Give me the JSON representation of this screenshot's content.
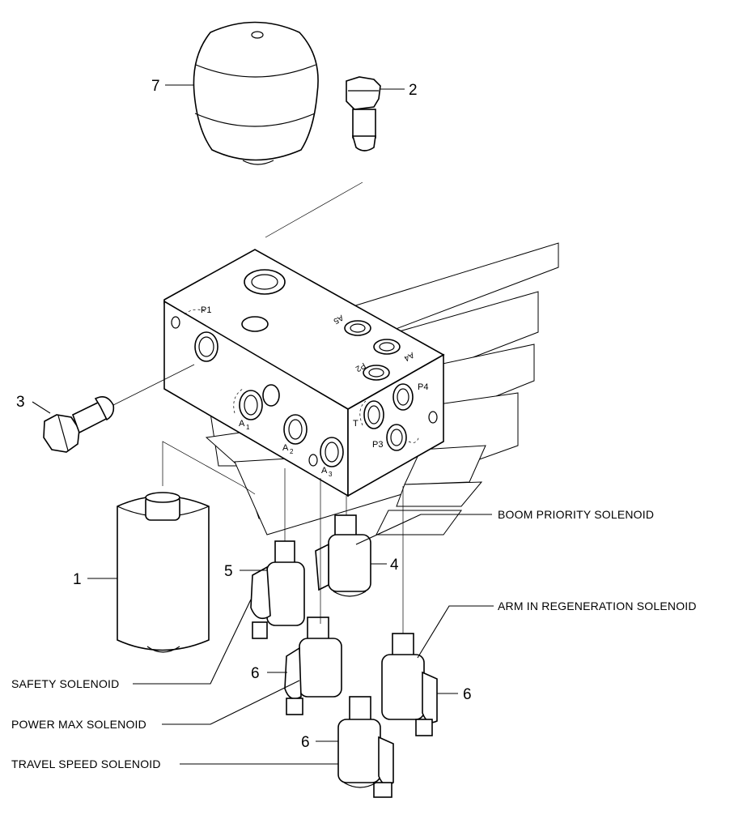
{
  "parts": {
    "p7": "7",
    "p2": "2",
    "p3": "3",
    "p1": "1",
    "p5": "5",
    "p4": "4",
    "p6a": "6",
    "p6b": "6",
    "p6c": "6"
  },
  "labels": {
    "boom_priority": "BOOM PRIORITY SOLENOID",
    "arm_in_regeneration": "ARM IN REGENERATION SOLENOID",
    "safety": "SAFETY SOLENOID",
    "power_max": "POWER MAX SOLENOID",
    "travel_speed": "TRAVEL SPEED SOLENOID"
  },
  "ports": {
    "p1": "P1",
    "a5": "A5",
    "a4": "A4",
    "p2": "P2",
    "a1": "A",
    "a1_sub": "1",
    "a2": "A",
    "a2_sub": "2",
    "a3": "A",
    "a3_sub": "3",
    "t": "T",
    "p4": "P4",
    "p3": "P3"
  }
}
